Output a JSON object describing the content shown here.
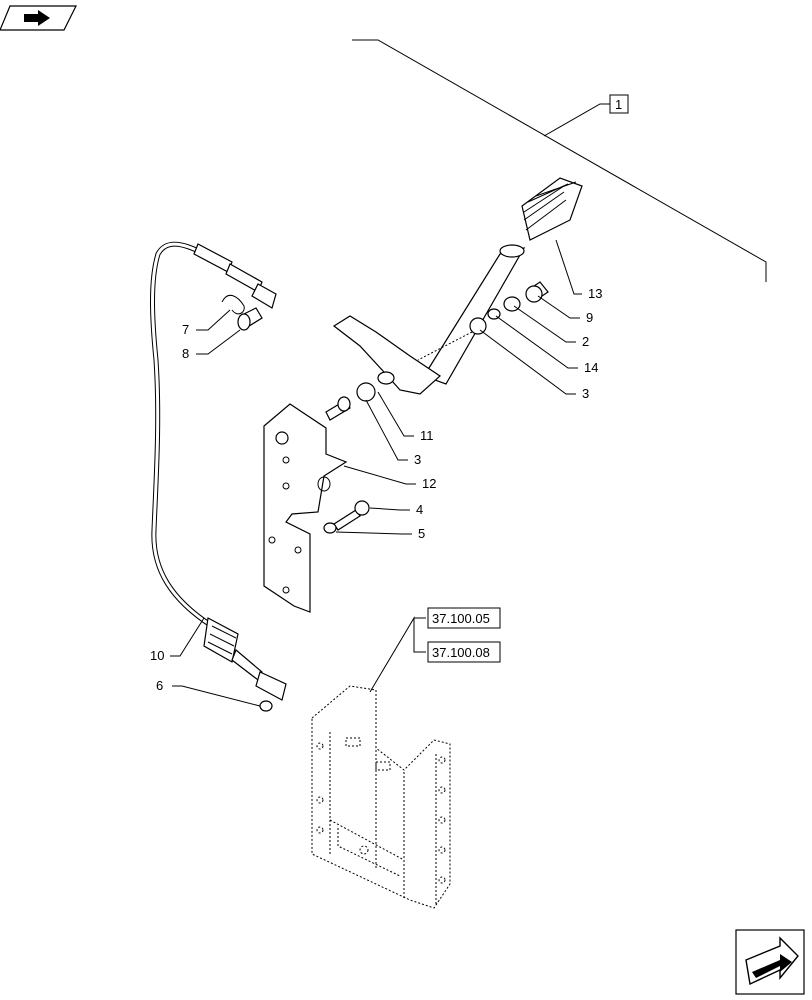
{
  "group_label": "1",
  "callouts": {
    "c13": "13",
    "c9": "9",
    "c2": "2",
    "c14": "14",
    "c3a": "3",
    "c11": "11",
    "c3b": "3",
    "c12": "12",
    "c4": "4",
    "c5": "5",
    "c7": "7",
    "c8": "8",
    "c10": "10",
    "c6": "6"
  },
  "references": [
    "37.100.05",
    "37.100.08"
  ],
  "icons": {
    "top_left": "parts-catalog-arrow-icon",
    "bottom_right": "next-page-arrow-icon"
  }
}
